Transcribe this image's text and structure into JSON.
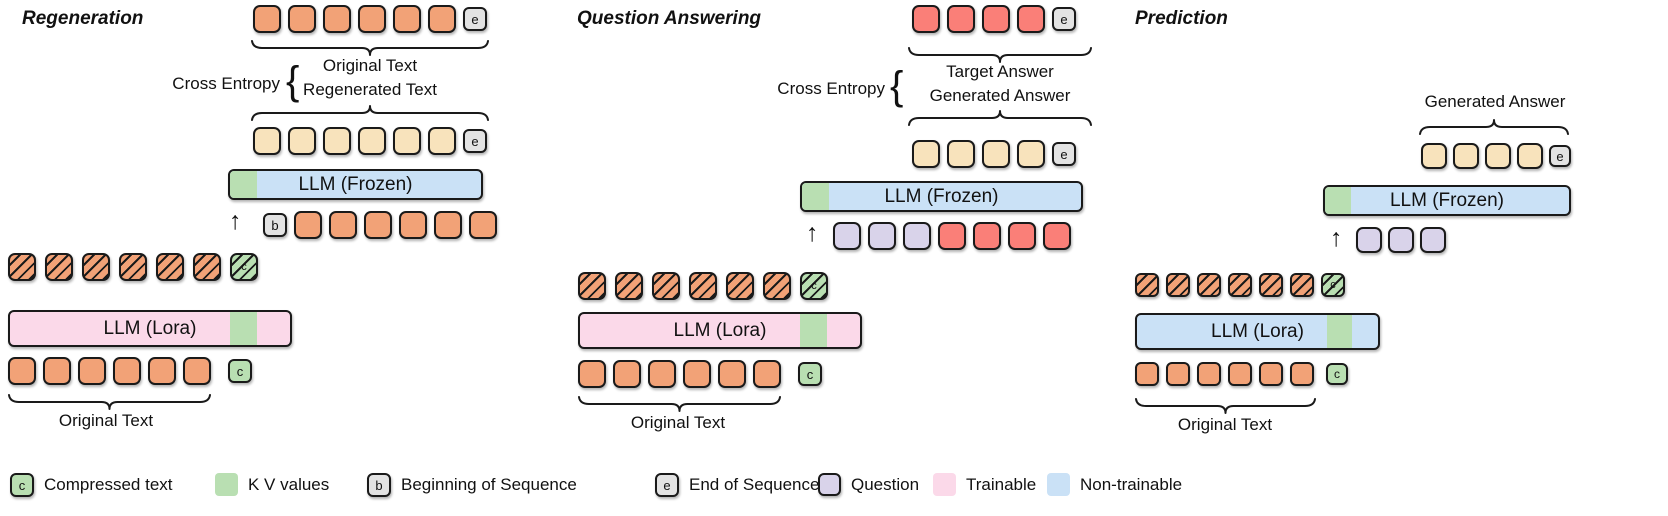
{
  "colors": {
    "orange": "#F2A277",
    "red": "#FA7F78",
    "cream": "#F8E3BC",
    "green": "#B9DFB2",
    "gray": "#E3E3E3",
    "purple": "#D9D3EA",
    "pink": "#FBD9E9",
    "blue": "#CAE1F6",
    "border": "#1a1a1a"
  },
  "glyphs": {
    "up_arrow": "↑",
    "curly_brace": "{"
  },
  "panels": [
    {
      "title": "Regeneration",
      "cross_entropy": "Cross Entropy",
      "loss_labels": [
        "Original Text",
        "Regenerated Text"
      ],
      "llm_frozen": "LLM (Frozen)",
      "llm_lora": "LLM (Lora)",
      "input_caption": "Original Text",
      "tokens": {
        "target_row": [
          "orange",
          "orange",
          "orange",
          "orange",
          "orange",
          "orange",
          "gray-e"
        ],
        "generated_row": [
          "cream",
          "cream",
          "cream",
          "cream",
          "cream",
          "cream",
          "gray-e"
        ],
        "frozen_input_row": [
          "gray-b",
          "orange",
          "orange",
          "orange",
          "orange",
          "orange",
          "orange"
        ],
        "compressed_kv_row": [
          "orange-hatch",
          "orange-hatch",
          "orange-hatch",
          "orange-hatch",
          "orange-hatch",
          "orange-hatch",
          "green-hatch-c"
        ],
        "original_input_row": [
          "orange",
          "orange",
          "orange",
          "orange",
          "orange",
          "orange",
          "green-c"
        ]
      }
    },
    {
      "title": "Question Answering",
      "cross_entropy": "Cross Entropy",
      "loss_labels": [
        "Target Answer",
        "Generated Answer"
      ],
      "llm_frozen": "LLM (Frozen)",
      "llm_lora": "LLM (Lora)",
      "input_caption": "Original Text",
      "tokens": {
        "target_row": [
          "red",
          "red",
          "red",
          "red",
          "gray-e"
        ],
        "generated_row": [
          "cream",
          "cream",
          "cream",
          "cream",
          "gray-e"
        ],
        "frozen_input_row": [
          "purple",
          "purple",
          "purple",
          "red",
          "red",
          "red",
          "red"
        ],
        "compressed_kv_row": [
          "orange-hatch",
          "orange-hatch",
          "orange-hatch",
          "orange-hatch",
          "orange-hatch",
          "orange-hatch",
          "green-hatch-c"
        ],
        "original_input_row": [
          "orange",
          "orange",
          "orange",
          "orange",
          "orange",
          "orange",
          "green-c"
        ]
      }
    },
    {
      "title": "Prediction",
      "output_caption": "Generated Answer",
      "llm_frozen": "LLM (Frozen)",
      "llm_lora": "LLM (Lora)",
      "input_caption": "Original Text",
      "tokens": {
        "generated_row": [
          "cream",
          "cream",
          "cream",
          "cream",
          "gray-e"
        ],
        "frozen_input_row": [
          "purple",
          "purple",
          "purple"
        ],
        "compressed_kv_row": [
          "orange-hatch",
          "orange-hatch",
          "orange-hatch",
          "orange-hatch",
          "orange-hatch",
          "orange-hatch",
          "green-hatch-c"
        ],
        "original_input_row": [
          "orange",
          "orange",
          "orange",
          "orange",
          "orange",
          "orange",
          "green-c"
        ]
      }
    }
  ],
  "legend": [
    {
      "swatch_letter": "c",
      "label": "Compressed text"
    },
    {
      "label": "K V values"
    },
    {
      "swatch_letter": "b",
      "label": "Beginning of Sequence"
    },
    {
      "swatch_letter": "e",
      "label": "End of Sequence"
    },
    {
      "label": "Question"
    },
    {
      "label": "Trainable"
    },
    {
      "label": "Non-trainable"
    }
  ]
}
